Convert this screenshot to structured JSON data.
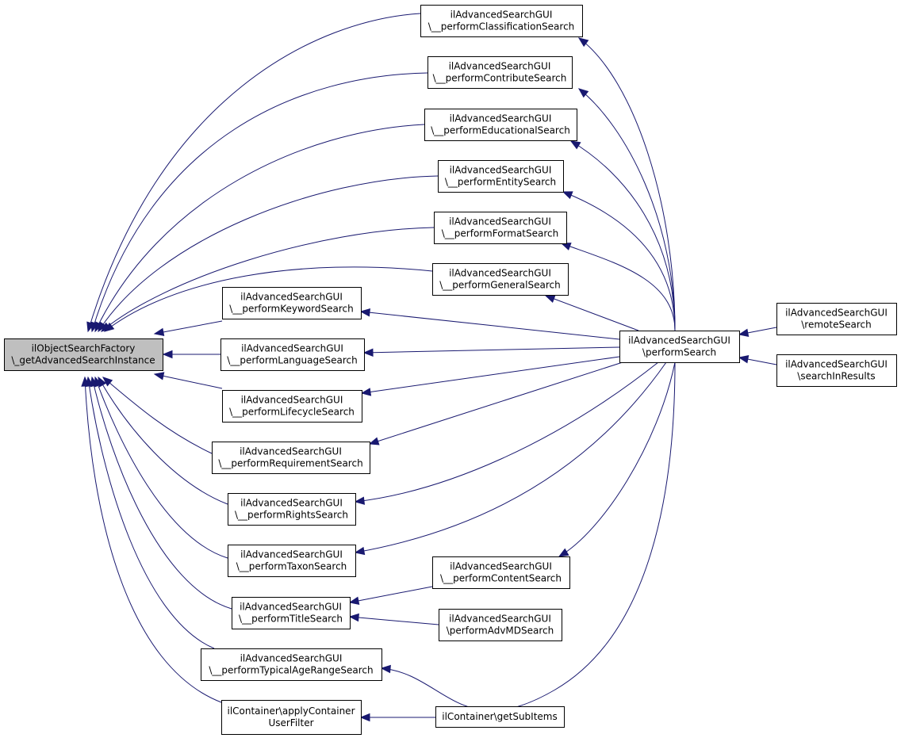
{
  "nodes": [
    {
      "id": "root",
      "lines": [
        "ilObjectSearchFactory",
        "\\_getAdvancedSearchInstance"
      ]
    },
    {
      "id": "classification",
      "lines": [
        "ilAdvancedSearchGUI",
        "\\__performClassificationSearch"
      ]
    },
    {
      "id": "contribute",
      "lines": [
        "ilAdvancedSearchGUI",
        "\\__performContributeSearch"
      ]
    },
    {
      "id": "educational",
      "lines": [
        "ilAdvancedSearchGUI",
        "\\__performEducationalSearch"
      ]
    },
    {
      "id": "entity",
      "lines": [
        "ilAdvancedSearchGUI",
        "\\__performEntitySearch"
      ]
    },
    {
      "id": "format",
      "lines": [
        "ilAdvancedSearchGUI",
        "\\__performFormatSearch"
      ]
    },
    {
      "id": "general",
      "lines": [
        "ilAdvancedSearchGUI",
        "\\__performGeneralSearch"
      ]
    },
    {
      "id": "keyword",
      "lines": [
        "ilAdvancedSearchGUI",
        "\\__performKeywordSearch"
      ]
    },
    {
      "id": "language",
      "lines": [
        "ilAdvancedSearchGUI",
        "\\__performLanguageSearch"
      ]
    },
    {
      "id": "lifecycle",
      "lines": [
        "ilAdvancedSearchGUI",
        "\\__performLifecycleSearch"
      ]
    },
    {
      "id": "requirement",
      "lines": [
        "ilAdvancedSearchGUI",
        "\\__performRequirementSearch"
      ]
    },
    {
      "id": "rights",
      "lines": [
        "ilAdvancedSearchGUI",
        "\\__performRightsSearch"
      ]
    },
    {
      "id": "taxon",
      "lines": [
        "ilAdvancedSearchGUI",
        "\\__performTaxonSearch"
      ]
    },
    {
      "id": "title",
      "lines": [
        "ilAdvancedSearchGUI",
        "\\__performTitleSearch"
      ]
    },
    {
      "id": "typicalage",
      "lines": [
        "ilAdvancedSearchGUI",
        "\\__performTypicalAgeRangeSearch"
      ]
    },
    {
      "id": "applyfilter",
      "lines": [
        "ilContainer\\applyContainer",
        "UserFilter"
      ]
    },
    {
      "id": "content",
      "lines": [
        "ilAdvancedSearchGUI",
        "\\__performContentSearch"
      ]
    },
    {
      "id": "advmd",
      "lines": [
        "ilAdvancedSearchGUI",
        "\\performAdvMDSearch"
      ]
    },
    {
      "id": "getsubitems",
      "lines": [
        "ilContainer\\getSubItems"
      ]
    },
    {
      "id": "performsearch",
      "lines": [
        "ilAdvancedSearchGUI",
        "\\performSearch"
      ]
    },
    {
      "id": "remotesearch",
      "lines": [
        "ilAdvancedSearchGUI",
        "\\remoteSearch"
      ]
    },
    {
      "id": "searchinresults",
      "lines": [
        "ilAdvancedSearchGUI",
        "\\searchInResults"
      ]
    }
  ],
  "edges": [
    {
      "from": "classification",
      "to": "root"
    },
    {
      "from": "contribute",
      "to": "root"
    },
    {
      "from": "educational",
      "to": "root"
    },
    {
      "from": "entity",
      "to": "root"
    },
    {
      "from": "format",
      "to": "root"
    },
    {
      "from": "general",
      "to": "root"
    },
    {
      "from": "keyword",
      "to": "root"
    },
    {
      "from": "language",
      "to": "root"
    },
    {
      "from": "lifecycle",
      "to": "root"
    },
    {
      "from": "requirement",
      "to": "root"
    },
    {
      "from": "rights",
      "to": "root"
    },
    {
      "from": "taxon",
      "to": "root"
    },
    {
      "from": "title",
      "to": "root"
    },
    {
      "from": "typicalage",
      "to": "root"
    },
    {
      "from": "applyfilter",
      "to": "root"
    },
    {
      "from": "performsearch",
      "to": "classification"
    },
    {
      "from": "performsearch",
      "to": "contribute"
    },
    {
      "from": "performsearch",
      "to": "educational"
    },
    {
      "from": "performsearch",
      "to": "entity"
    },
    {
      "from": "performsearch",
      "to": "format"
    },
    {
      "from": "performsearch",
      "to": "general"
    },
    {
      "from": "performsearch",
      "to": "keyword"
    },
    {
      "from": "performsearch",
      "to": "language"
    },
    {
      "from": "performsearch",
      "to": "lifecycle"
    },
    {
      "from": "performsearch",
      "to": "requirement"
    },
    {
      "from": "performsearch",
      "to": "rights"
    },
    {
      "from": "performsearch",
      "to": "taxon"
    },
    {
      "from": "performsearch",
      "to": "content"
    },
    {
      "from": "performsearch",
      "to": "typicalage"
    },
    {
      "from": "content",
      "to": "title"
    },
    {
      "from": "advmd",
      "to": "title"
    },
    {
      "from": "getsubitems",
      "to": "applyfilter"
    },
    {
      "from": "remotesearch",
      "to": "performsearch"
    },
    {
      "from": "searchinresults",
      "to": "performsearch"
    }
  ],
  "colors": {
    "edge": "#191970",
    "root_fill": "#bfbfbf",
    "node_fill": "#ffffff",
    "border": "#000000"
  }
}
